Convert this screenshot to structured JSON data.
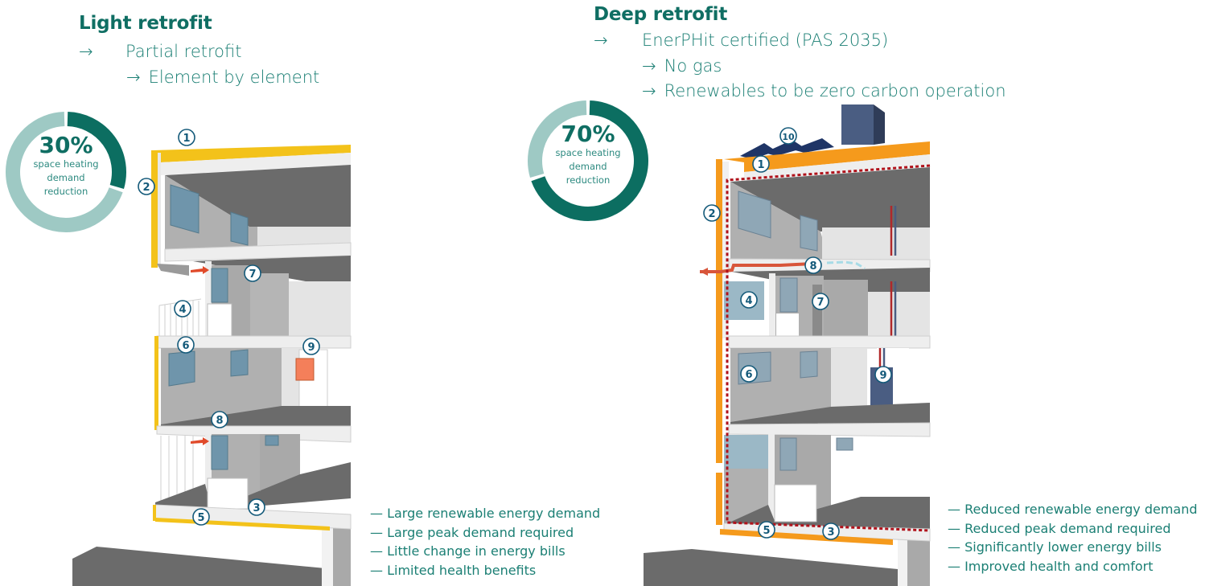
{
  "colors": {
    "brand_teal": "#0f6e63",
    "donut_dark": "#0c6e61",
    "donut_light": "#9ec9c4",
    "light_insulation": "#f3c21a",
    "deep_insulation": "#f59a1c",
    "airtight_line": "#b0121b",
    "badge_stroke": "#145a7a",
    "window": "#6f95ab",
    "floor_dark": "#6b6b6b"
  },
  "left": {
    "title": "Light retrofit",
    "subtitle": {
      "arrow": "→",
      "text": "Partial retrofit"
    },
    "subitems": [
      {
        "arrow": "→",
        "text": "Element by element"
      }
    ],
    "donut": {
      "percent_label": "30%",
      "value": 0.3,
      "caption": [
        "space heating",
        "demand",
        "reduction"
      ]
    },
    "badges": [
      "1",
      "2",
      "3",
      "4",
      "5",
      "6",
      "7",
      "8",
      "9"
    ],
    "outcomes": [
      "— Large renewable energy demand",
      "— Large peak demand required",
      "— Little change in energy bills",
      "— Limited health benefits"
    ]
  },
  "right": {
    "title": "Deep retrofit",
    "subtitle": {
      "arrow": "→",
      "text": "EnerPHit certified (PAS 2035)"
    },
    "subitems": [
      {
        "arrow": "→",
        "text": "No gas"
      },
      {
        "arrow": "→",
        "text": "Renewables to be zero carbon operation"
      }
    ],
    "donut": {
      "percent_label": "70%",
      "value": 0.7,
      "caption": [
        "space heating",
        "demand",
        "reduction"
      ]
    },
    "badges": [
      "1",
      "2",
      "3",
      "4",
      "5",
      "6",
      "7",
      "8",
      "9",
      "10"
    ],
    "outcomes": [
      "— Reduced renewable energy demand",
      "— Reduced peak demand required",
      "— Significantly lower energy bills",
      "— Improved health and comfort"
    ]
  }
}
